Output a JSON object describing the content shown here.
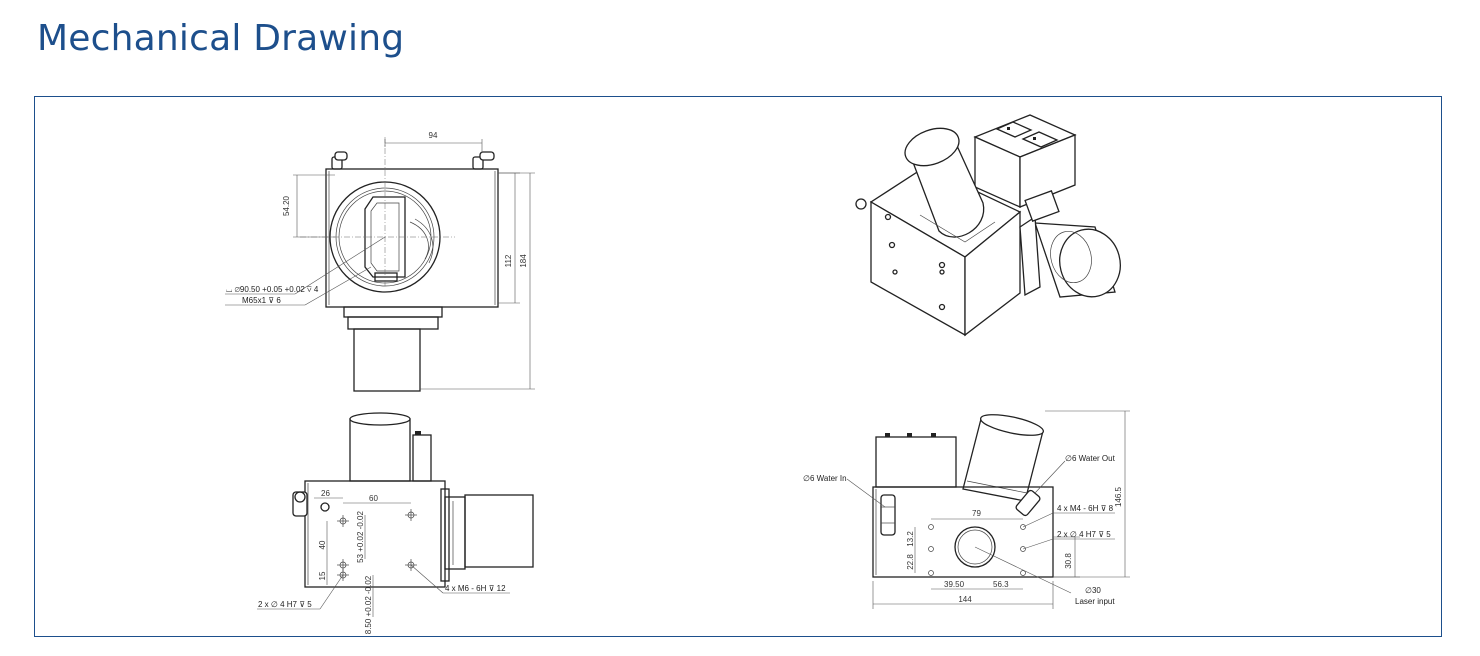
{
  "page": {
    "title": "Mechanical Drawing"
  },
  "front_view": {
    "dim_width": "94",
    "dim_offset": "54.20",
    "dim_height_inner": "112",
    "dim_height_total": "184",
    "callout_bore": "⌴ ∅90.50 +0.05 +0.02 ⊽ 4",
    "callout_thread": "M65x1 ⊽ 6"
  },
  "side_view": {
    "dim_26": "26",
    "dim_60": "60",
    "dim_40": "40",
    "dim_53": "53 +0.02 -0.02",
    "dim_15": "15",
    "dim_850": "8.50 +0.02 -0.02",
    "callout_pins": "2 x ∅ 4 H7 ⊽ 5",
    "callout_threads": "4 x M6 - 6H ⊽ 12"
  },
  "rear_view": {
    "water_in": "∅6 Water In",
    "water_out": "∅6 Water Out",
    "dim_79": "79",
    "dim_132": "13.2",
    "dim_228": "22.8",
    "dim_3950": "39.50",
    "dim_563": "56.3",
    "dim_144": "144",
    "dim_308": "30.8",
    "dim_1465": "146.5",
    "callout_m4": "4 x M4 - 6H ⊽ 8",
    "callout_h7": "2 x ∅ 4 H7 ⊽ 5",
    "callout_laser_dia": "∅30",
    "callout_laser": "Laser input"
  }
}
